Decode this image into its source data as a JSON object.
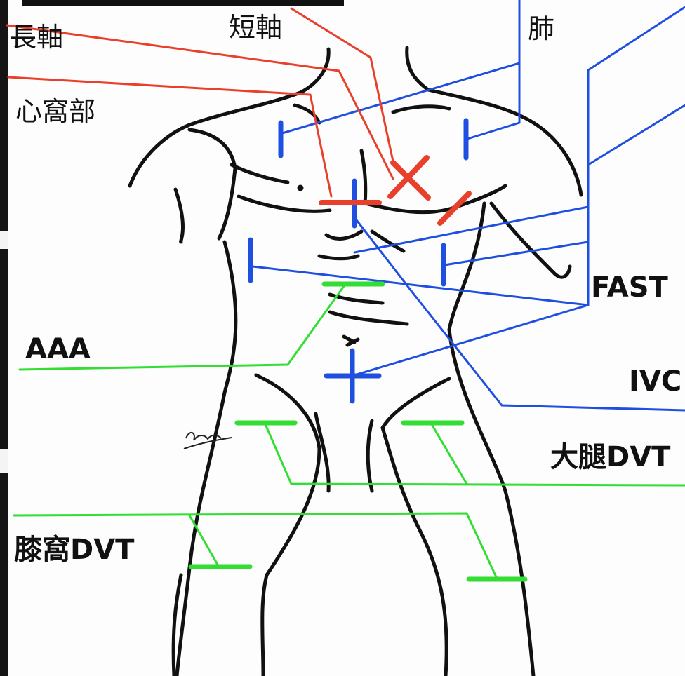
{
  "labels": {
    "long_axis": "長軸",
    "short_axis": "短軸",
    "lung": "肺",
    "subxiphoid": "心窩部",
    "fast": "FAST",
    "aaa": "AAA",
    "ivc": "IVC",
    "femoral_dvt": "大腿DVT",
    "popliteal_dvt": "膝窩DVT"
  },
  "colors": {
    "cardiac": "#e8402a",
    "fast_lung": "#1f4fe0",
    "vascular": "#33dd33",
    "outline": "#111111"
  }
}
